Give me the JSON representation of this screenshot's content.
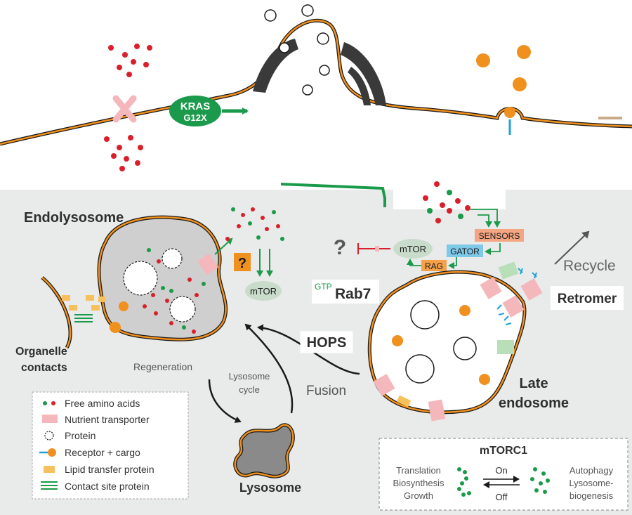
{
  "labels": {
    "kras": "KRAS",
    "g12x": "G12X",
    "endolysosome": "Endolysosome",
    "organelle_contacts_1": "Organelle",
    "organelle_contacts_2": "contacts",
    "regeneration": "Regeneration",
    "lysosome_cycle_1": "Lysosome",
    "lysosome_cycle_2": "cycle",
    "lysosome": "Lysosome",
    "fusion": "Fusion",
    "hops": "HOPS",
    "gtp": "GTP",
    "rab7": "Rab7",
    "question": "?",
    "mtor_a": "mTOR",
    "mtor_b": "mTOR",
    "sensors": "SENSORS",
    "gator": "GATOR",
    "rag": "RAG",
    "recycle": "Recycle",
    "retromer": "Retromer",
    "late_endosome_1": "Late",
    "late_endosome_2": "endosome"
  },
  "legend": {
    "items": [
      {
        "label": "Free amino acids",
        "icon": "amino-acid-dots-icon"
      },
      {
        "label": "Nutrient transporter",
        "icon": "transporter-icon"
      },
      {
        "label": "Protein",
        "icon": "protein-circle-icon"
      },
      {
        "label": "Receptor + cargo",
        "icon": "receptor-cargo-icon"
      },
      {
        "label": "Lipid transfer protein",
        "icon": "lipid-transfer-icon"
      },
      {
        "label": "Contact site protein",
        "icon": "contact-site-icon"
      }
    ]
  },
  "mtorc1_box": {
    "title": "mTORC1",
    "left": [
      "Translation",
      "Biosynthesis",
      "Growth"
    ],
    "on": "On",
    "off": "Off",
    "right": [
      "Autophagy",
      "Lysosome-",
      "biogenesis"
    ]
  },
  "colors": {
    "orange": "#f0901e",
    "membrane": "#e8901a",
    "green": "#1a9a4a",
    "red": "#d9202a",
    "transporter": "#f4b8bc",
    "sensors": "#f4a582",
    "gator": "#7ec8e8",
    "rag": "#f4a14a",
    "mtor_fill": "#c9dccb",
    "cell_bg": "#e9eaea",
    "lumen": "#cfcfcf",
    "lipid": "#f6c05c",
    "contact": "#7cc88e",
    "dark_text": "#2f2f2f",
    "grey_text": "#666666"
  }
}
